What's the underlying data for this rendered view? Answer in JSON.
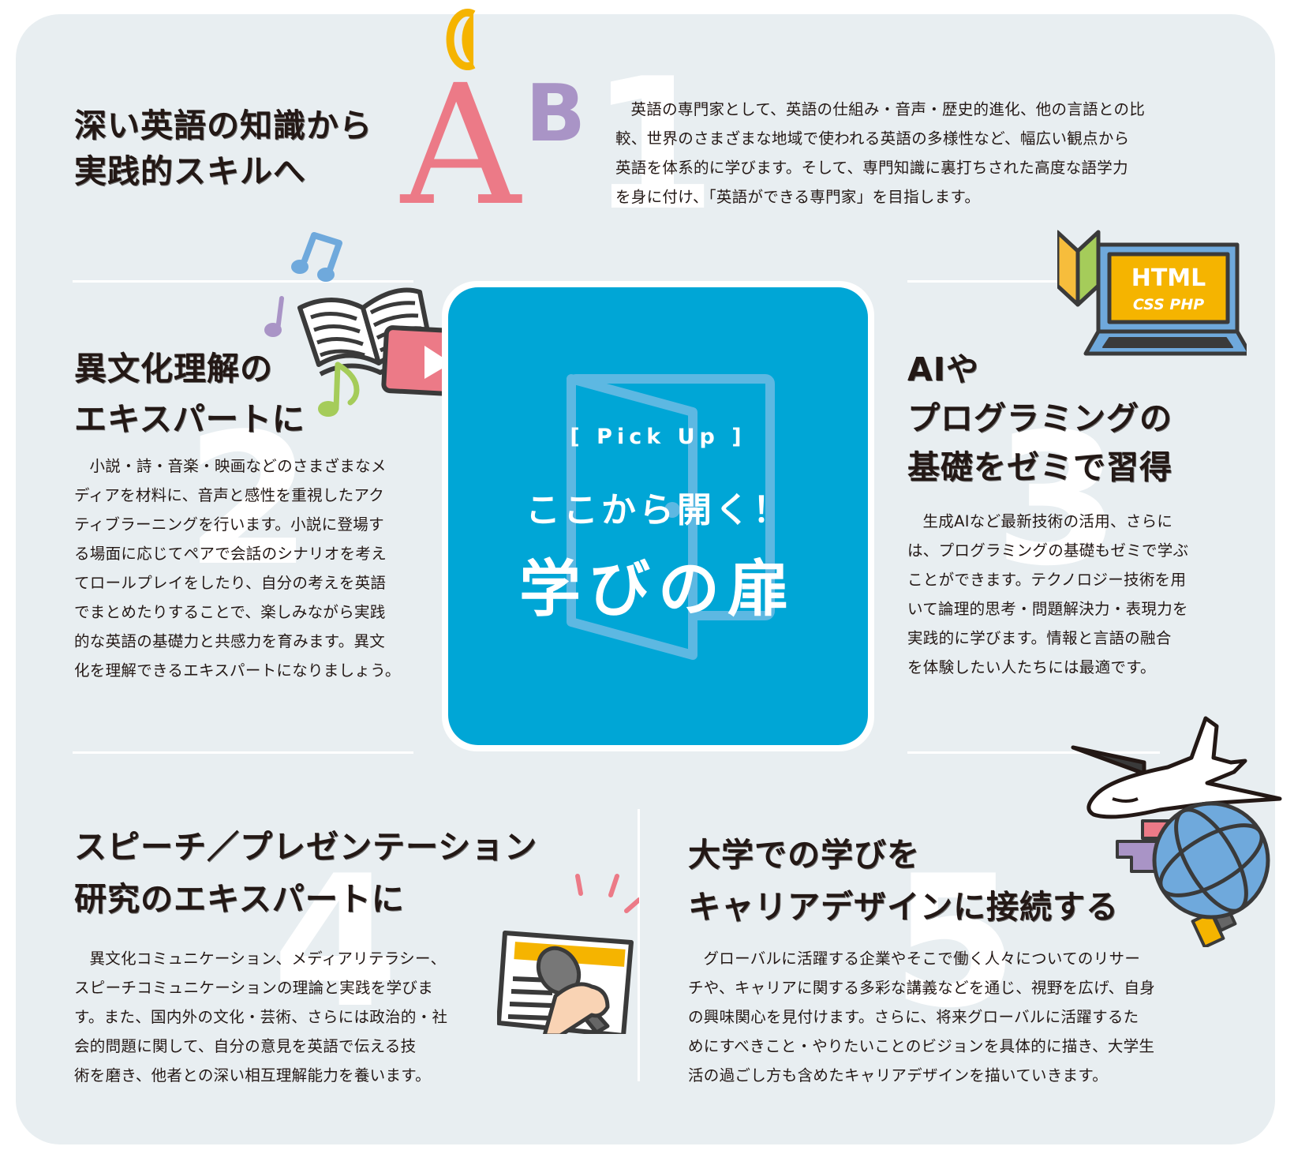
{
  "pick_up": {
    "label": "[ Pick Up ]",
    "subtitle": "ここから開く！",
    "title": "学びの扉",
    "color": "#00a6d6"
  },
  "sections": [
    {
      "number": "1",
      "title_lines": [
        "深い英語の知識から",
        "実践的スキルへ"
      ],
      "body": "英語の専門家として、英語の仕組み・音声・歴史的進化、他の言語との比較、世界のさまざまな地域で使われる英語の多様性など、幅広い観点から英語を体系的に学びます。そして、専門知識に裏打ちされた高度な語学力を身に付け、「英語ができる専門家」を目指します。",
      "body_lines": [
        "英語の専門家として、英語の仕組み・音声・歴史的進化、他の言語との比",
        "較、世界のさまざまな地域で使われる英語の多様性など、幅広い観点から",
        "英語を体系的に学びます。そして、専門知識に裏打ちされた高度な語学力",
        "を身に付け、「英語ができる専門家」を目指します。"
      ],
      "illustration": "abc-letters-icon",
      "letters": [
        "A",
        "B",
        "C"
      ]
    },
    {
      "number": "2",
      "title_lines": [
        "異文化理解の",
        "エキスパートに"
      ],
      "body_lines": [
        "小説・詩・音楽・映画などのさまざまなメ",
        "ディアを材料に、音声と感性を重視したアク",
        "ティブラーニングを行います。小説に登場す",
        "る場面に応じてペアで会話のシナリオを考え",
        "てロールプレイをしたり、自分の考えを英語",
        "でまとめたりすることで、楽しみながら実践",
        "的な英語の基礎力と共感力を育みます。異文",
        "化を理解できるエキスパートになりましょう。"
      ],
      "illustration": "book-music-video-icon"
    },
    {
      "number": "3",
      "title_lines": [
        "AIや",
        "プログラミングの",
        "基礎をゼミで習得"
      ],
      "body_lines": [
        "生成AIなど最新技術の活用、さらに",
        "は、プログラミングの基礎もゼミで学ぶ",
        "ことができます。テクノロジー技術を用",
        "いて論理的思考・問題解決力・表現力を",
        "実践的に学びます。情報と言語の融合",
        "を体験したい人たちには最適です。"
      ],
      "illustration": "laptop-code-icon",
      "laptop_screen": {
        "line1": "HTML",
        "line2": "CSS  PHP"
      }
    },
    {
      "number": "4",
      "title_lines": [
        "スピーチ／プレゼンテーション",
        "研究のエキスパートに"
      ],
      "body_lines": [
        "異文化コミュニケーション、メディアリテラシー、",
        "スピーチコミュニケーションの理論と実践を学びま",
        "す。また、国内外の文化・芸術、さらには政治的・社",
        "会的問題に関して、自分の意見を英語で伝える技",
        "術を磨き、他者との深い相互理解能力を養います。"
      ],
      "illustration": "microphone-presentation-icon"
    },
    {
      "number": "5",
      "title_lines": [
        "大学での学びを",
        "キャリアデザインに接続する"
      ],
      "body_lines": [
        "グローバルに活躍する企業やそこで働く人々についてのリサー",
        "チや、キャリアに関する多彩な講義などを通じ、視野を広げ、自身",
        "の興味関心を見付けます。さらに、将来グローバルに活躍するた",
        "めにすべきこと・やりたいことのビジョンを具体的に描き、大学生",
        "活の過ごし方も含めたキャリアデザインを描いていきます。"
      ],
      "illustration": "airplane-globe-icon"
    }
  ],
  "colors": {
    "panel_bg": "#e8eef1",
    "text": "#231815",
    "pink": "#ec7a87",
    "purple": "#a994c6",
    "yellow": "#f5b400",
    "blue_light": "#6fa9dc",
    "green": "#a5cc5a"
  }
}
